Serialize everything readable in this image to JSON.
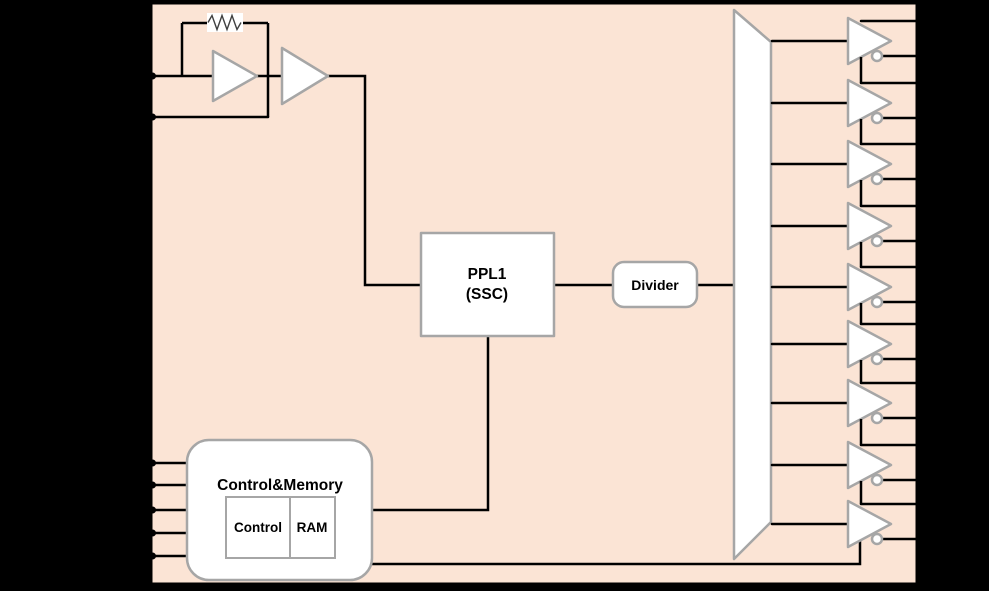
{
  "colors": {
    "background": "#000000",
    "chip_fill": "#FBE4D5",
    "block_fill": "#FFFFFF",
    "block_outline": "#A6A6A6",
    "wire": "#000000"
  },
  "blocks": {
    "pll": {
      "label_line1": "PPL1",
      "label_line2": "(SSC)"
    },
    "divider": {
      "label": "Divider"
    },
    "control_memory": {
      "label": "Control&Memory",
      "control_label": "Control",
      "ram_label": "RAM"
    }
  },
  "output_buffers": {
    "count": 9,
    "outputs_per_buffer": 2,
    "centers_y": [
      41,
      103,
      164,
      226,
      287,
      344,
      403,
      465,
      524
    ]
  },
  "input_pins": {
    "oscillator_pins_y": [
      76,
      117
    ],
    "control_pins_y": [
      463,
      485,
      510,
      533,
      556
    ]
  }
}
